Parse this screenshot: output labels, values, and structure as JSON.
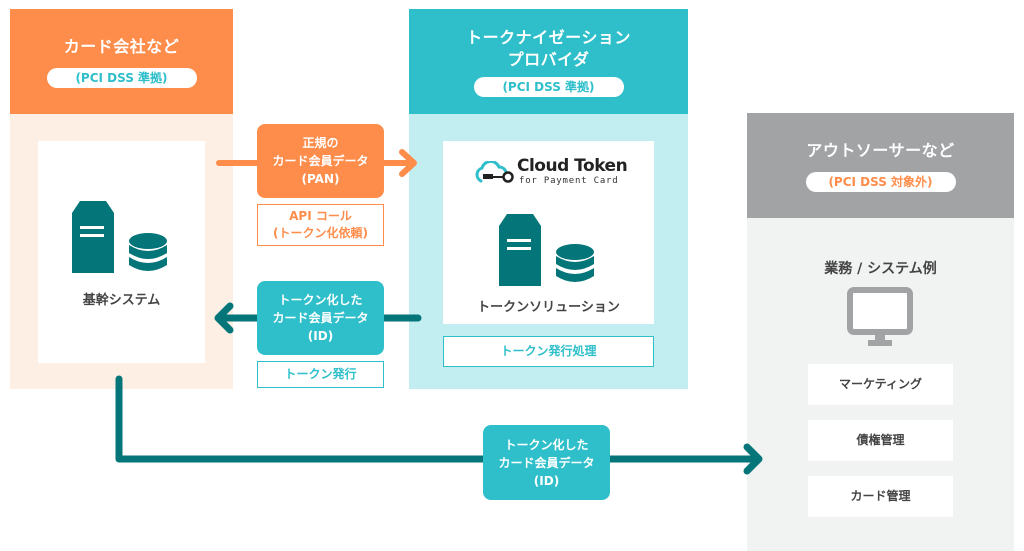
{
  "colors": {
    "orange": "#fe8d4c",
    "orange_light": "#feefe5",
    "cyan": "#2fbfca",
    "cyan_light": "#c2eef2",
    "gray": "#a2a3a5",
    "gray_light": "#f1f2f2",
    "teal_dark": "#047579"
  },
  "columns": {
    "card_company": {
      "title": "カード会社など",
      "badge": "(PCI DSS 準拠)",
      "system_label": "基幹システム"
    },
    "tokenization_provider": {
      "title_line1": "トークナイゼーション",
      "title_line2": "プロバイダ",
      "badge": "(PCI DSS 準拠)",
      "logo_title": "Cloud Token",
      "logo_subtitle": "for Payment Card",
      "system_label": "トークンソリューション",
      "process_label": "トークン発行処理"
    },
    "outsourcer": {
      "title": "アウトソーサーなど",
      "badge": "(PCI DSS 対象外)",
      "section_label": "業務 / システム例",
      "tasks": [
        "マーケティング",
        "債権管理",
        "カード管理"
      ]
    }
  },
  "flows": {
    "pan": {
      "line1": "正規の",
      "line2": "カード会員データ",
      "line3": "(PAN)",
      "note_line1": "API コール",
      "note_line2": "(トークン化依頼)"
    },
    "token_return": {
      "line1": "トークン化した",
      "line2": "カード会員データ",
      "line3": "(ID)",
      "note": "トークン発行"
    },
    "token_out": {
      "line1": "トークン化した",
      "line2": "カード会員データ",
      "line3": "(ID)"
    }
  }
}
